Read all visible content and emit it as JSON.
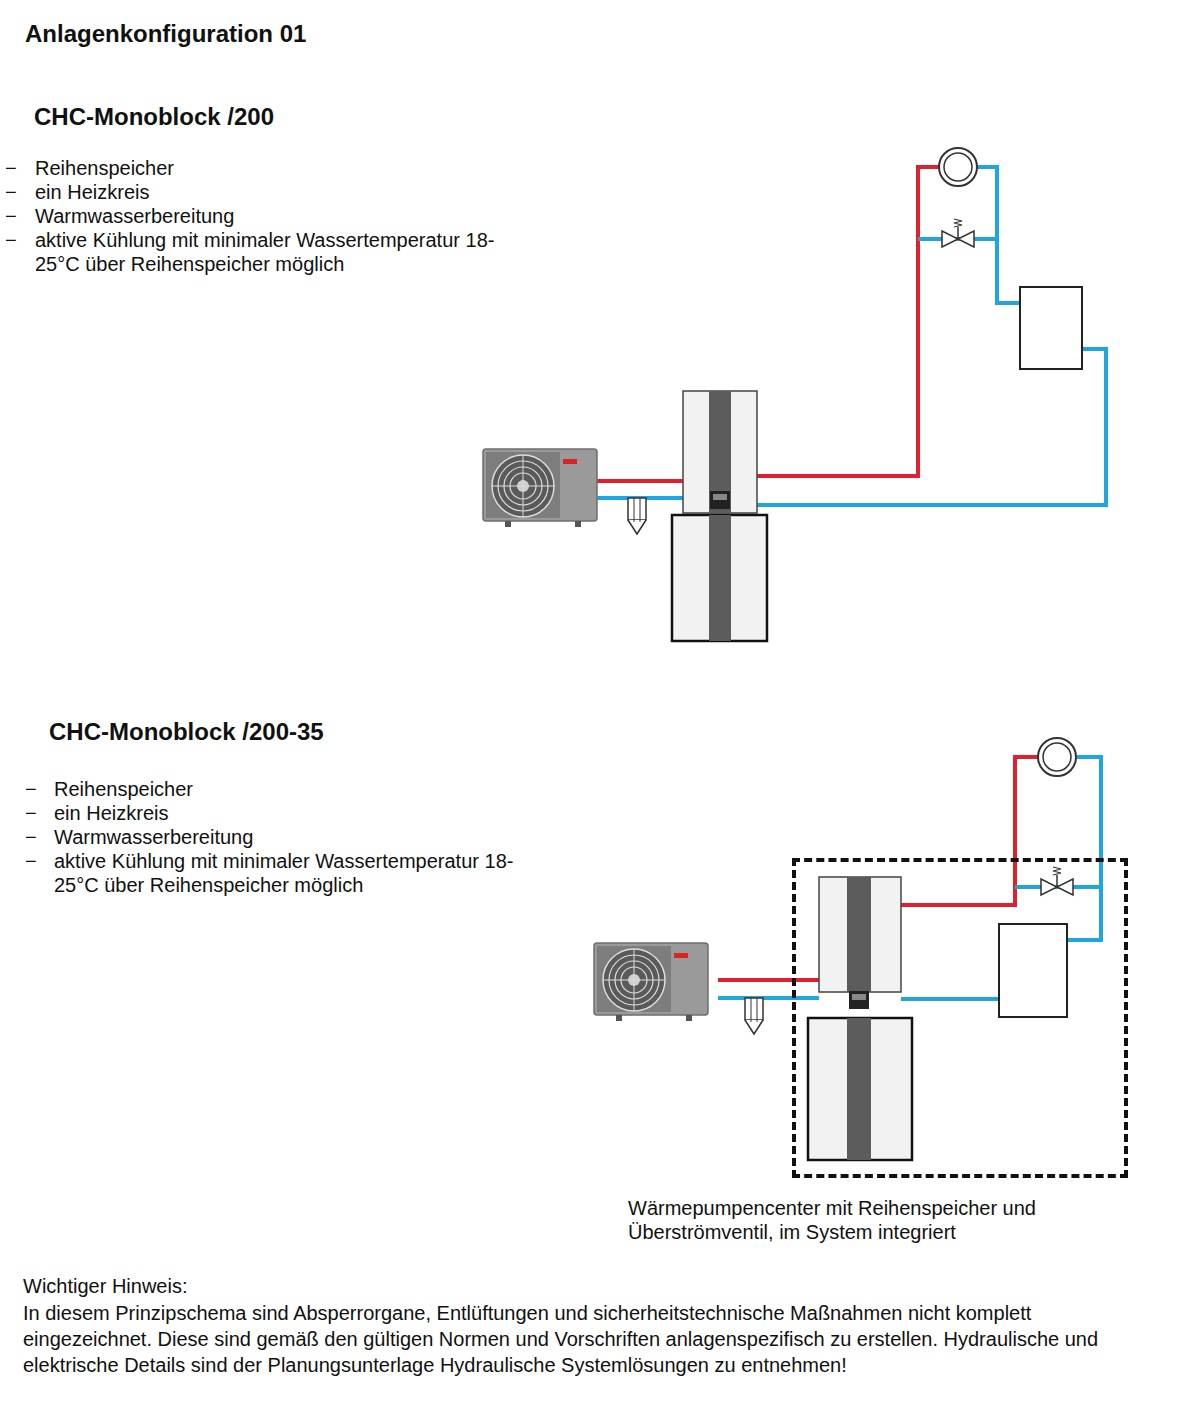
{
  "diagram": {
    "title": "Anlagenkonfiguration 01",
    "nodes": [
      {
        "text": [
          "Wärmepumpencenter mit Reihenspeicher und Überströmventil, im System integriert"
        ]
      }
    ],
    "edges": [],
    "labels": [
      "CHC-Monoblock /200",
      "−",
      "Reihenspeicher",
      "−",
      "ein Heizkreis",
      "−",
      "Warmwasserbereitung",
      "−",
      "aktive Kühlung mit minimaler Wassertemperatur 18-25°C über Reihenspeicher möglich",
      "CHC-Monoblock /200-35",
      "−",
      "Reihenspeicher",
      "−",
      "ein Heizkreis",
      "−",
      "Warmwasserbereitung",
      "−",
      "aktive Kühlung mit minimaler Wassertemperatur 18-25°C über Reihenspeicher möglich",
      "Wichtiger Hinweis:",
      "In diesem Prinzipschema sind Absperrorgane, Entlüftungen und sicherheitstechnische Maßnahmen nicht komplett eingezeichnet. Diese sind gemäß den gültigen Normen und Vorschriften anlagenspezifisch zu erstellen. Hydraulische und elektrische Details sind der Planungsunterlage Hydraulische Systemlösungen zu entnehmen!"
    ]
  }
}
